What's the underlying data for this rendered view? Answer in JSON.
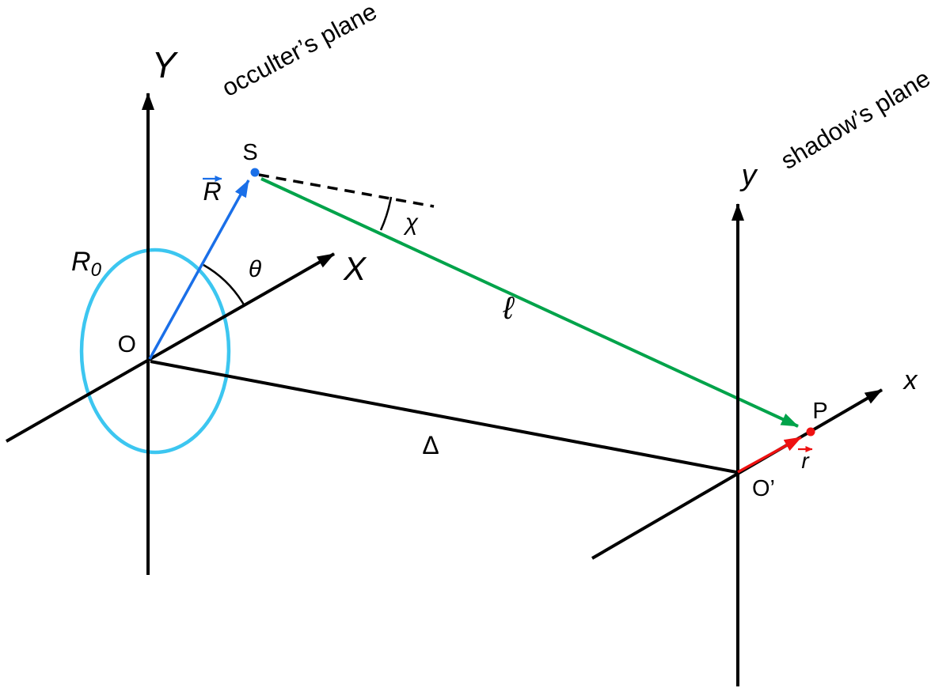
{
  "figure": {
    "description": "Geometry diagram of occulter plane and shadow plane with line of sight",
    "colors": {
      "blue": "#1a6fe8",
      "cyan": "#3cc6f0",
      "green": "#00a34a",
      "red": "#ee1111",
      "black": "#000000",
      "background": "#ffffff"
    },
    "labels": {
      "occulter_plane": "occulter’s plane",
      "shadow_plane": "shadow’s plane",
      "axis_Y": "Y",
      "axis_X": "X",
      "origin_O": "O",
      "occulter_radius_main": "R",
      "occulter_radius_sub": "0",
      "source_point": "S",
      "vector_R": "R",
      "theta": "θ",
      "chi": "χ",
      "ell": "ℓ",
      "delta": "Δ",
      "axis_y_small": "y",
      "axis_x_small": "x",
      "origin_O_prime": "O’",
      "point_P": "P",
      "vector_r": "r"
    }
  }
}
